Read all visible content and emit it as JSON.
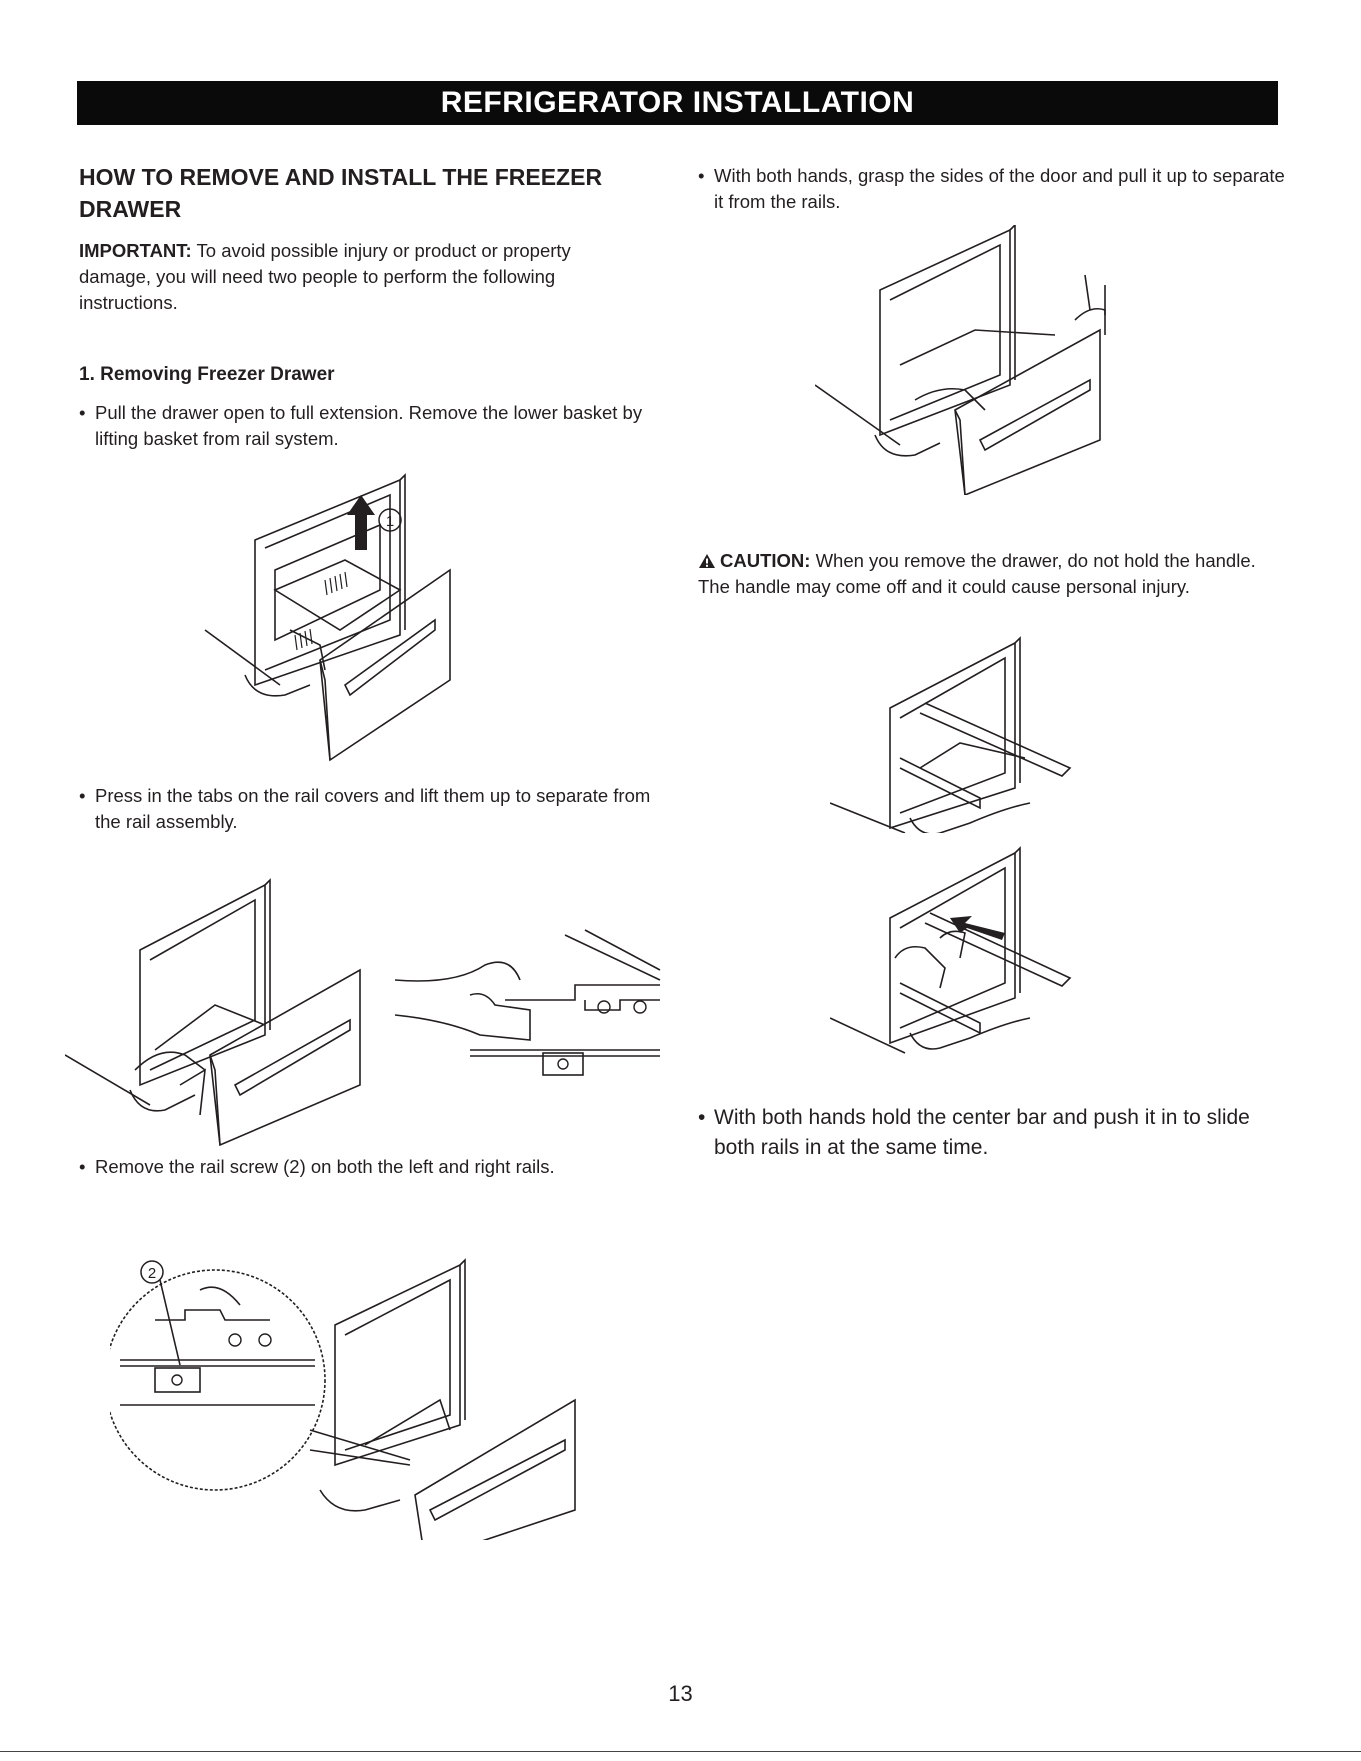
{
  "banner": {
    "title": "REFRIGERATOR INSTALLATION"
  },
  "section": {
    "title": "HOW TO REMOVE AND INSTALL THE FREEZER DRAWER"
  },
  "important": {
    "label": "IMPORTANT:",
    "text": " To avoid possible injury or product or property damage, you will need two people to perform the following instructions."
  },
  "step1": {
    "title": "1. Removing Freezer Drawer"
  },
  "bullets": {
    "pull_open": "Pull the drawer open to full extension. Remove the lower basket  by lifting basket from rail system.",
    "press_tabs": "Press in the tabs on the rail covers and lift them up to separate from the rail assembly.",
    "remove_screw": "Remove the rail screw (2) on both the left and right rails.",
    "grasp_sides": "With both hands, grasp the sides of the door and pull it up to separate it from the rails.",
    "push_center": "With both hands hold the center bar and push it in to slide both rails in at the same time."
  },
  "bullet_glyph": "•",
  "caution": {
    "label": "CAUTION:",
    "text": " When you remove the drawer, do not hold the handle. The handle may come off and it could cause personal injury."
  },
  "callouts": {
    "one": "1",
    "two": "2"
  },
  "icons": {
    "caution": "warning-triangle-icon",
    "arrow": "up-arrow-icon"
  },
  "page": {
    "number": "13"
  }
}
